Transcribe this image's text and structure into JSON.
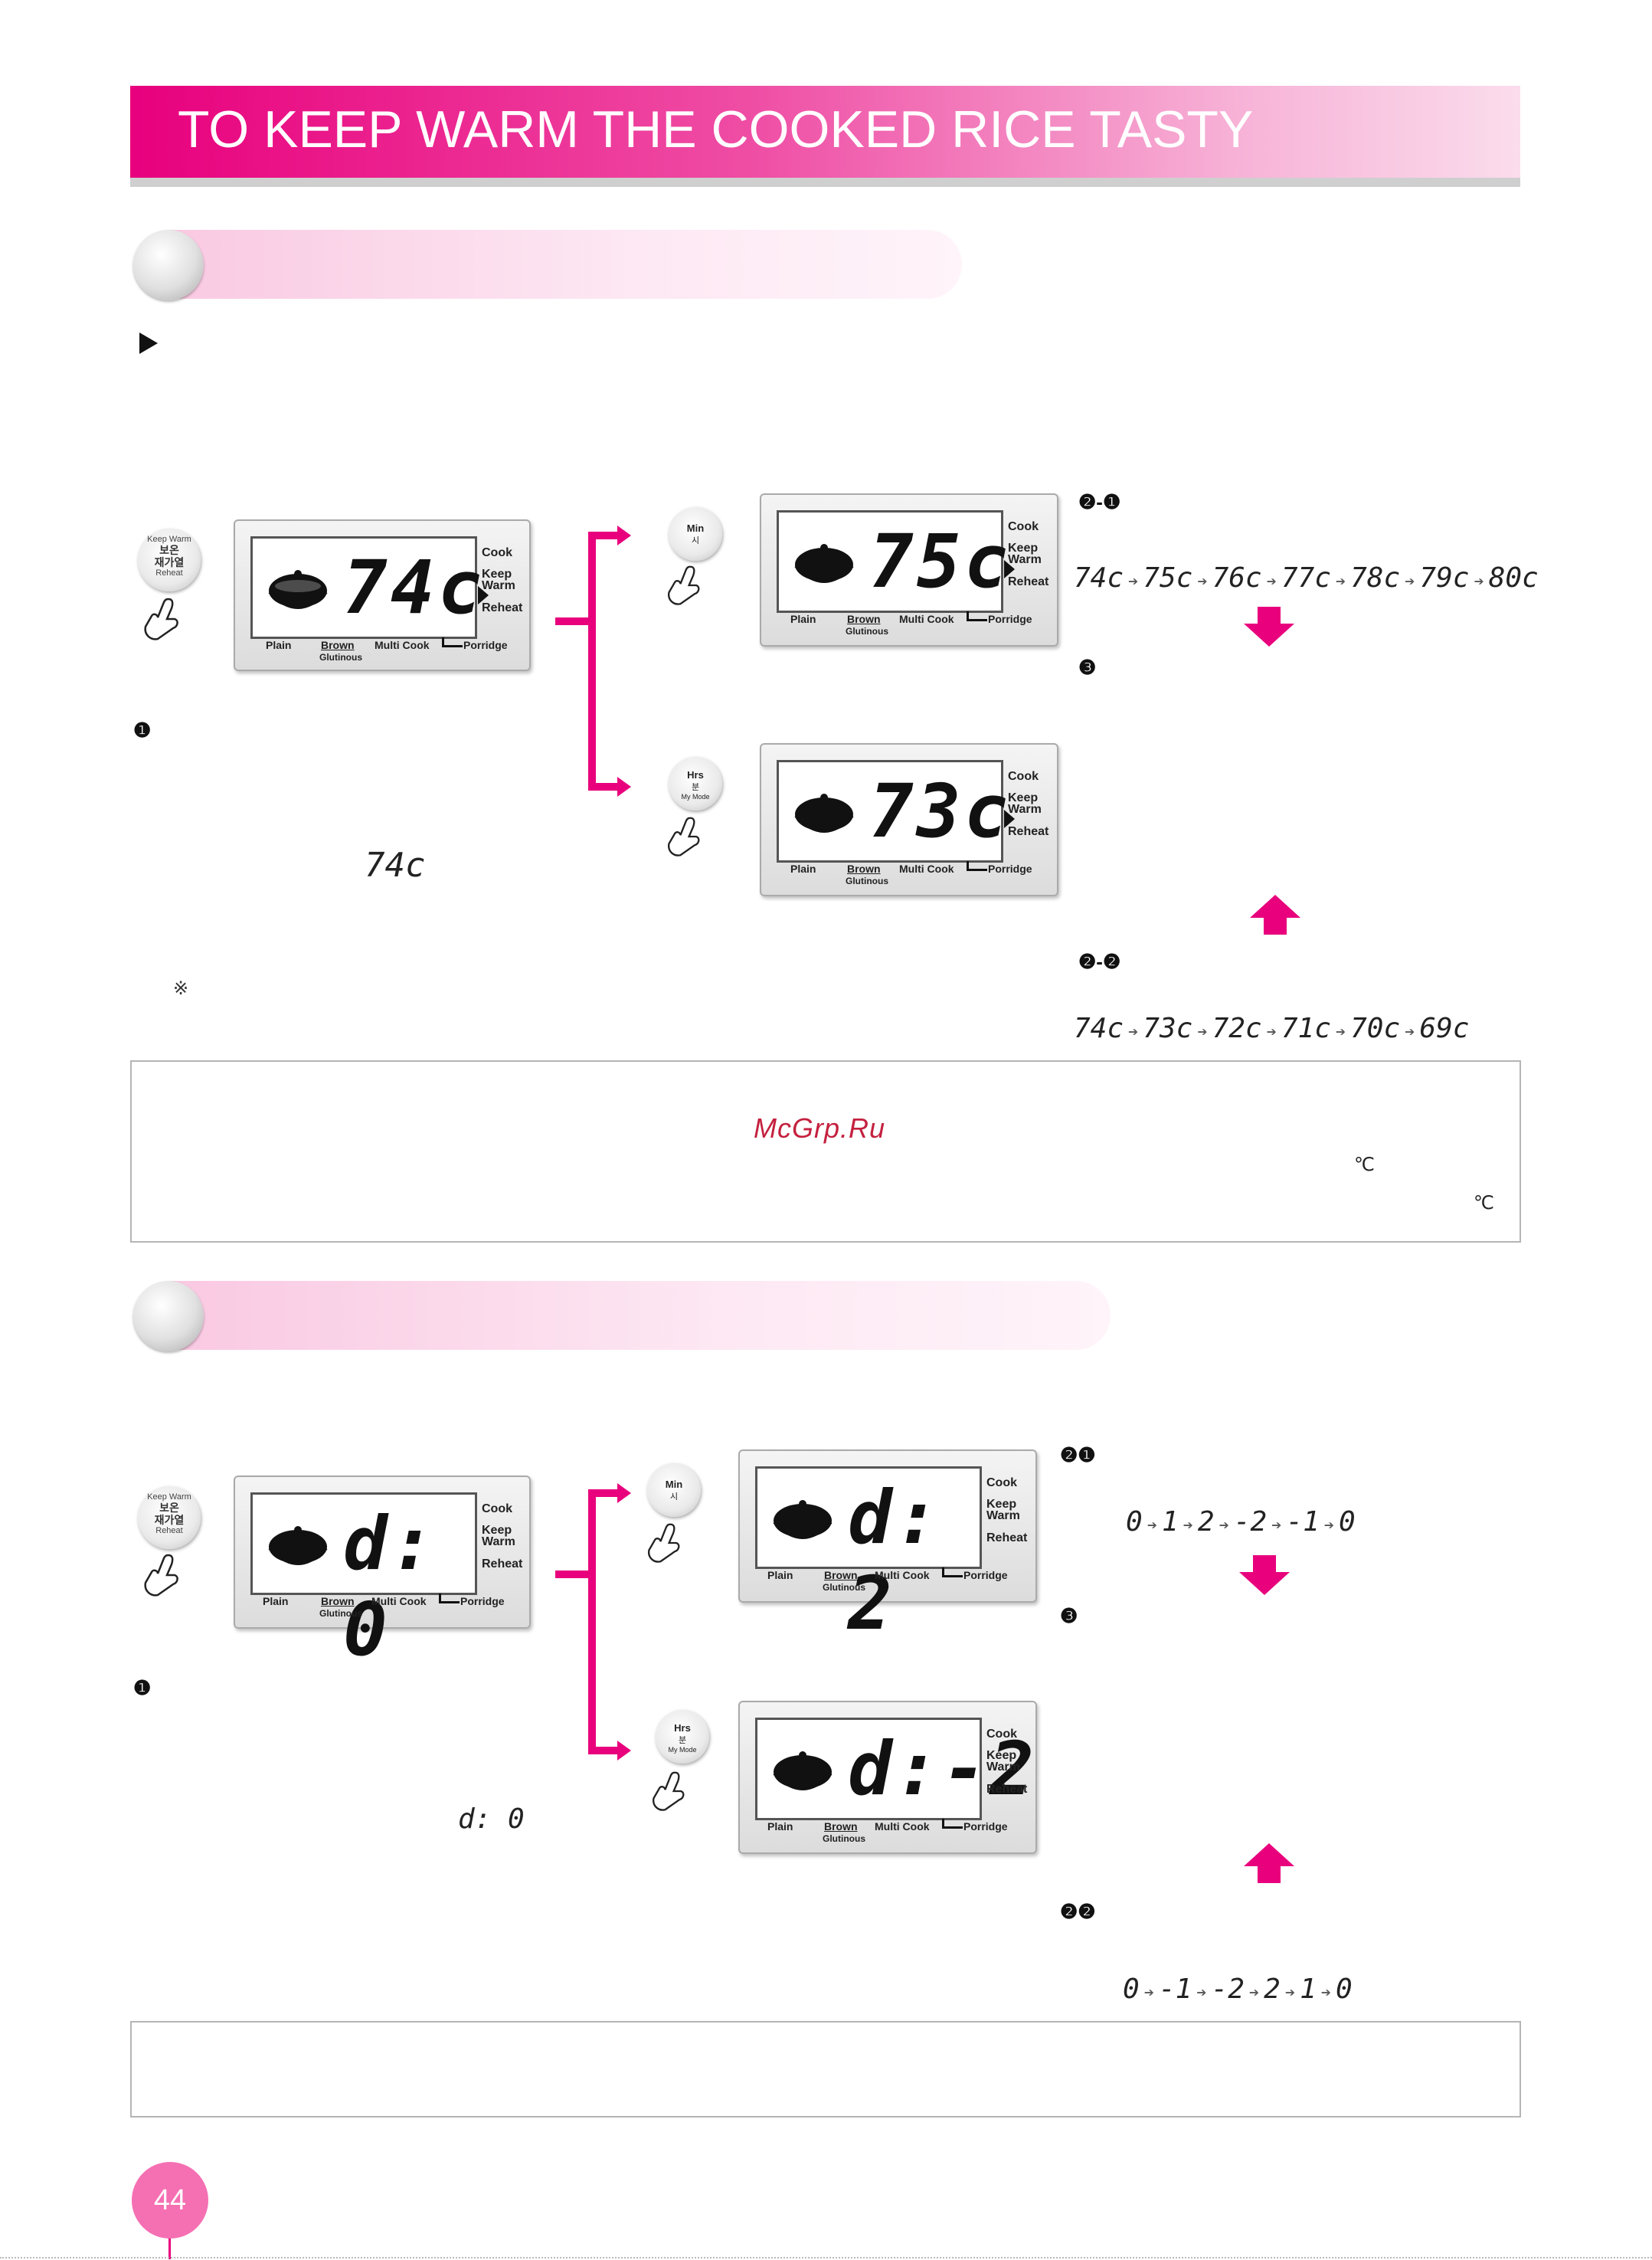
{
  "header": {
    "title": "TO KEEP WARM THE COOKED RICE TASTY"
  },
  "colors": {
    "accent": "#e8007d",
    "pink_light": "#f7b3d7"
  },
  "section1": {
    "marker_one": "❶",
    "inline_display": "74c",
    "note_mark": "※",
    "main_display": {
      "digits": "74c"
    },
    "up_display": {
      "digits": "75c"
    },
    "down_display": {
      "digits": "73c"
    },
    "step_up": "❷-❶",
    "step_three": "❸",
    "step_down": "❷-❷",
    "seq_up": [
      "74c",
      "75c",
      "76c",
      "77c",
      "78c",
      "79c",
      "80c"
    ],
    "seq_down": [
      "74c",
      "73c",
      "72c",
      "71c",
      "70c",
      "69c"
    ],
    "watermark": "McGrp.Ru",
    "deg1": "℃",
    "deg2": "℃"
  },
  "section2": {
    "marker_one": "❶",
    "inline_display": "d: 0",
    "main_display": {
      "digits": "d: 0"
    },
    "up_display": {
      "digits": "d: 2"
    },
    "down_display": {
      "digits": "d:-2"
    },
    "step_up": "❷❶",
    "step_three": "❸",
    "step_down": "❷❷",
    "seq_up": [
      "0",
      "1",
      "2",
      "-2",
      "-1",
      "0"
    ],
    "seq_down": [
      "0",
      "-1",
      "-2",
      "2",
      "1",
      "0"
    ]
  },
  "lcd_labels": {
    "cook": "Cook",
    "keep": "Keep",
    "warm": "Warm",
    "reheat": "Reheat",
    "plain": "Plain",
    "brown": "Brown",
    "glutinous": "Glutinous",
    "multi": "Multi Cook",
    "porridge": "Porridge"
  },
  "buttons": {
    "keep_warm": {
      "top": "Keep Warm",
      "ko1": "보온",
      "ko2": "재가열",
      "bottom": "Reheat"
    },
    "min": {
      "label": "Min",
      "ko": "시"
    },
    "hrs": {
      "label": "Hrs",
      "ko": "분",
      "mode": "My Mode"
    }
  },
  "footer": {
    "page_number": "44"
  }
}
